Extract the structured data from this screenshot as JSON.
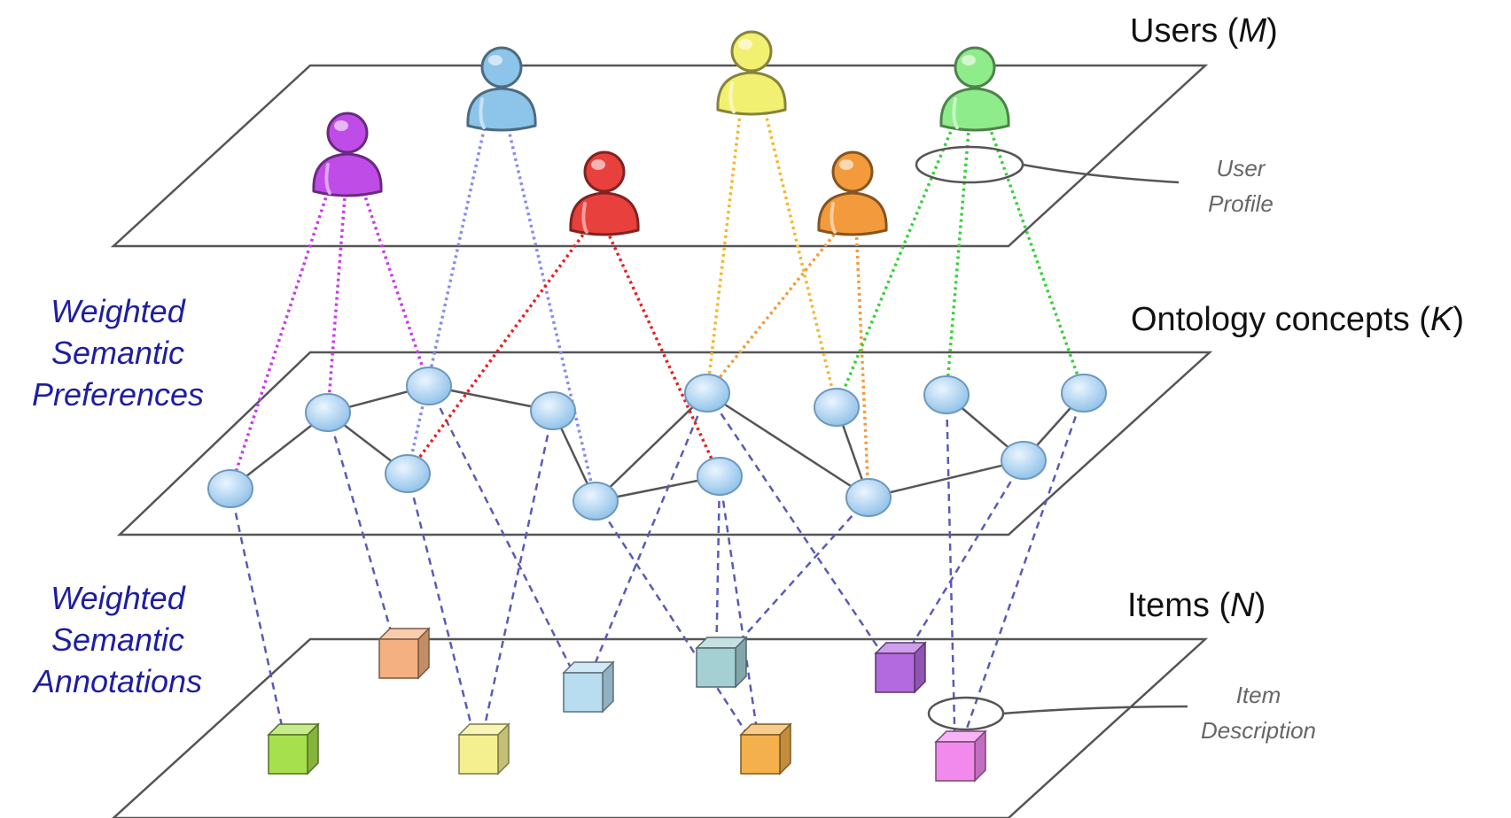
{
  "layers": {
    "users": {
      "text": "Users (",
      "var": "M",
      "close": ")"
    },
    "concepts": {
      "text": "Ontology concepts (",
      "var": "K",
      "close": ")"
    },
    "items": {
      "text": "Items (",
      "var": "N",
      "close": ")"
    }
  },
  "side_labels": {
    "preferences": [
      "Weighted",
      "Semantic",
      "Preferences"
    ],
    "annotations": [
      "Weighted",
      "Semantic",
      "Annotations"
    ]
  },
  "notes": {
    "user_profile": [
      "User",
      "Profile"
    ],
    "item_description": [
      "Item",
      "Description"
    ]
  },
  "users": [
    {
      "id": "purple",
      "color": "#c04ce8"
    },
    {
      "id": "blue",
      "color": "#8cc4ea"
    },
    {
      "id": "red",
      "color": "#e8403c"
    },
    {
      "id": "yellow",
      "color": "#f2f070"
    },
    {
      "id": "orange",
      "color": "#f29a3c"
    },
    {
      "id": "green",
      "color": "#8eec8a"
    }
  ],
  "items": [
    {
      "id": "peach",
      "color": "#f4b080"
    },
    {
      "id": "light-blue",
      "color": "#b8dcf0"
    },
    {
      "id": "teal",
      "color": "#a4d0d4"
    },
    {
      "id": "purple",
      "color": "#b26ade"
    },
    {
      "id": "lime",
      "color": "#a6e04c"
    },
    {
      "id": "pale-yellow",
      "color": "#f4f090"
    },
    {
      "id": "orange",
      "color": "#f4b04c"
    },
    {
      "id": "magenta",
      "color": "#f28aee"
    }
  ],
  "colors": {
    "preference_links": {
      "purple": "#c83ce8",
      "blue": "#8a8aee",
      "red": "#e82020",
      "yellow": "#f2b82a",
      "orange": "#f29a3c",
      "green": "#3ad03a"
    },
    "annotation_links": "#5a5ab8",
    "concept_node": "#b4d6f2",
    "plane_stroke": "#555555"
  }
}
